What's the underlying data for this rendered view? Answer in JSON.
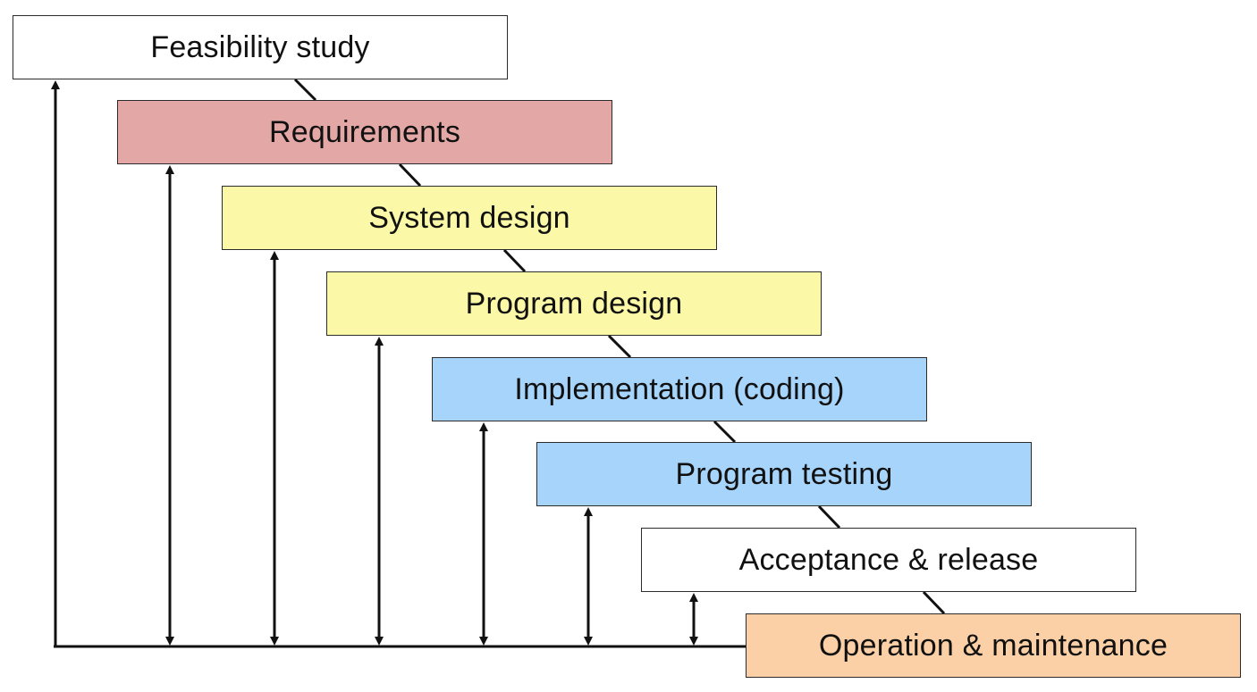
{
  "stages": [
    {
      "label": "Feasibility study",
      "color": "#ffffff"
    },
    {
      "label": "Requirements",
      "color": "#e3a8a6"
    },
    {
      "label": "System design",
      "color": "#fbf8a8"
    },
    {
      "label": "Program design",
      "color": "#fbf8a8"
    },
    {
      "label": "Implementation (coding)",
      "color": "#a7d4fb"
    },
    {
      "label": "Program testing",
      "color": "#a7d4fb"
    },
    {
      "label": "Acceptance & release",
      "color": "#ffffff"
    },
    {
      "label": "Operation & maintenance",
      "color": "#fbd0a6"
    }
  ],
  "colors": {
    "line": "#111111",
    "border": "#2b2b2b"
  }
}
